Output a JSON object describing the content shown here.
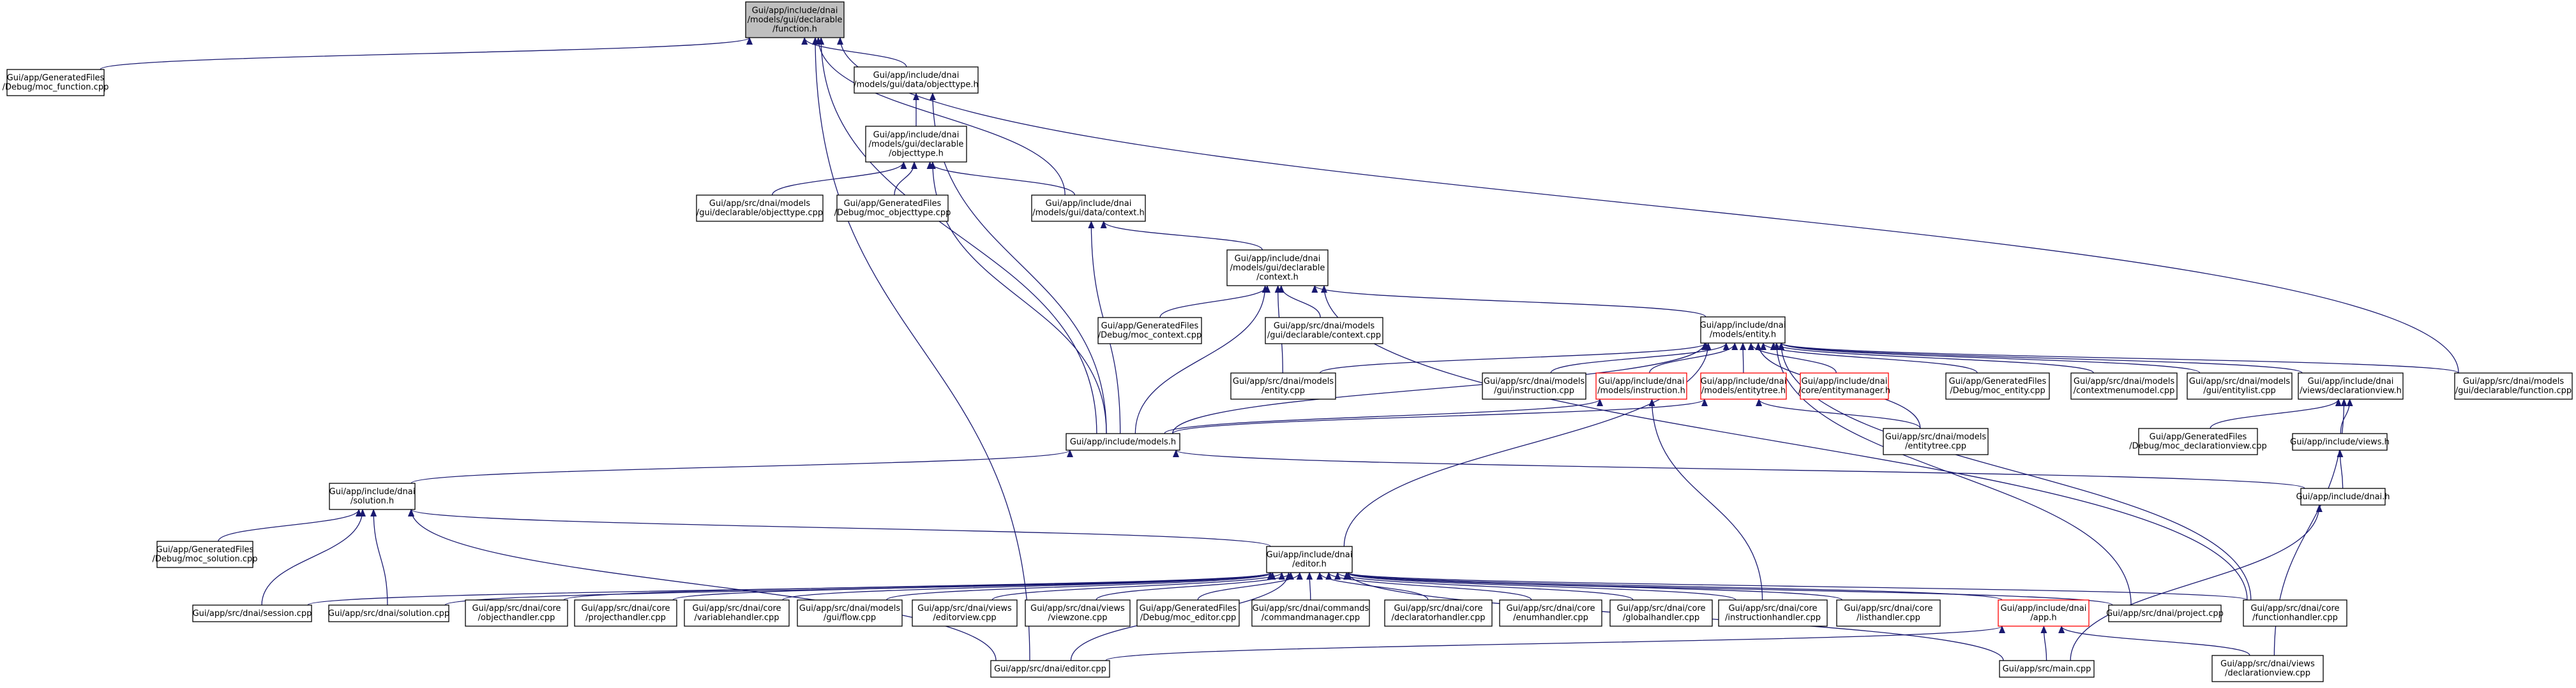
{
  "colors": {
    "edge": "#191970",
    "root_fill": "#bfbfbf",
    "node_border": "#000000",
    "node_border_incomplete": "#ff0000",
    "background": "#ffffff"
  },
  "nodes": [
    {
      "id": "function_h",
      "lines": [
        "Gui/app/include/dnai",
        "/models/gui/declarable",
        "/function.h"
      ],
      "root": true
    },
    {
      "id": "moc_function",
      "lines": [
        "Gui/app/GeneratedFiles",
        "/Debug/moc_function.cpp"
      ]
    },
    {
      "id": "objecttype_h",
      "lines": [
        "Gui/app/include/dnai",
        "/models/gui/data/objecttype.h"
      ]
    },
    {
      "id": "decl_objecttype_h",
      "lines": [
        "Gui/app/include/dnai",
        "/models/gui/declarable",
        "/objecttype.h"
      ]
    },
    {
      "id": "objecttype_cpp",
      "lines": [
        "Gui/app/src/dnai/models",
        "/gui/declarable/objecttype.cpp"
      ]
    },
    {
      "id": "moc_objecttype",
      "lines": [
        "Gui/app/GeneratedFiles",
        "/Debug/moc_objecttype.cpp"
      ]
    },
    {
      "id": "data_context_h",
      "lines": [
        "Gui/app/include/dnai",
        "/models/gui/data/context.h"
      ]
    },
    {
      "id": "decl_context_h",
      "lines": [
        "Gui/app/include/dnai",
        "/models/gui/declarable",
        "/context.h"
      ]
    },
    {
      "id": "moc_context",
      "lines": [
        "Gui/app/GeneratedFiles",
        "/Debug/moc_context.cpp"
      ]
    },
    {
      "id": "context_cpp",
      "lines": [
        "Gui/app/src/dnai/models",
        "/gui/declarable/context.cpp"
      ]
    },
    {
      "id": "entity_h",
      "lines": [
        "Gui/app/include/dnai",
        "/models/entity.h"
      ]
    },
    {
      "id": "entity_cpp",
      "lines": [
        "Gui/app/src/dnai/models",
        "/entity.cpp"
      ]
    },
    {
      "id": "instruction_cpp",
      "lines": [
        "Gui/app/src/dnai/models",
        "/gui/instruction.cpp"
      ]
    },
    {
      "id": "instruction_h",
      "lines": [
        "Gui/app/include/dnai",
        "/models/instruction.h"
      ],
      "red": true
    },
    {
      "id": "entitytree_h",
      "lines": [
        "Gui/app/include/dnai",
        "/models/entitytree.h"
      ],
      "red": true
    },
    {
      "id": "entitymanager_h",
      "lines": [
        "Gui/app/include/dnai",
        "/core/entitymanager.h"
      ],
      "red": true
    },
    {
      "id": "moc_entity",
      "lines": [
        "Gui/app/GeneratedFiles",
        "/Debug/moc_entity.cpp"
      ]
    },
    {
      "id": "contextmenumodel",
      "lines": [
        "Gui/app/src/dnai/models",
        "/contextmenumodel.cpp"
      ]
    },
    {
      "id": "entitylist",
      "lines": [
        "Gui/app/src/dnai/models",
        "/gui/entitylist.cpp"
      ]
    },
    {
      "id": "declarationview_h",
      "lines": [
        "Gui/app/include/dnai",
        "/views/declarationview.h"
      ]
    },
    {
      "id": "declarablefunction_cpp",
      "lines": [
        "Gui/app/src/dnai/models",
        "/gui/declarable/function.cpp"
      ]
    },
    {
      "id": "models_h",
      "lines": [
        "Gui/app/include/models.h"
      ]
    },
    {
      "id": "entitytree_cpp",
      "lines": [
        "Gui/app/src/dnai/models",
        "/entitytree.cpp"
      ]
    },
    {
      "id": "moc_declarationview",
      "lines": [
        "Gui/app/GeneratedFiles",
        "/Debug/moc_declarationview.cpp"
      ]
    },
    {
      "id": "views_h",
      "lines": [
        "Gui/app/include/views.h"
      ]
    },
    {
      "id": "dnai_h",
      "lines": [
        "Gui/app/include/dnai.h"
      ]
    },
    {
      "id": "solution_h",
      "lines": [
        "Gui/app/include/dnai",
        "/solution.h"
      ]
    },
    {
      "id": "moc_solution",
      "lines": [
        "Gui/app/GeneratedFiles",
        "/Debug/moc_solution.cpp"
      ]
    },
    {
      "id": "editor_h",
      "lines": [
        "Gui/app/include/dnai",
        "/editor.h"
      ]
    },
    {
      "id": "session_cpp",
      "lines": [
        "Gui/app/src/dnai/session.cpp"
      ]
    },
    {
      "id": "solution_cpp",
      "lines": [
        "Gui/app/src/dnai/solution.cpp"
      ]
    },
    {
      "id": "objecthandler",
      "lines": [
        "Gui/app/src/dnai/core",
        "/objecthandler.cpp"
      ]
    },
    {
      "id": "projecthandler",
      "lines": [
        "Gui/app/src/dnai/core",
        "/projecthandler.cpp"
      ]
    },
    {
      "id": "variablehandler",
      "lines": [
        "Gui/app/src/dnai/core",
        "/variablehandler.cpp"
      ]
    },
    {
      "id": "guiflow",
      "lines": [
        "Gui/app/src/dnai/models",
        "/gui/flow.cpp"
      ]
    },
    {
      "id": "editorview",
      "lines": [
        "Gui/app/src/dnai/views",
        "/editorview.cpp"
      ]
    },
    {
      "id": "viewzone",
      "lines": [
        "Gui/app/src/dnai/views",
        "/viewzone.cpp"
      ]
    },
    {
      "id": "moc_editor",
      "lines": [
        "Gui/app/GeneratedFiles",
        "/Debug/moc_editor.cpp"
      ]
    },
    {
      "id": "commandmanager",
      "lines": [
        "Gui/app/src/dnai/commands",
        "/commandmanager.cpp"
      ]
    },
    {
      "id": "declaratorhandler",
      "lines": [
        "Gui/app/src/dnai/core",
        "/declaratorhandler.cpp"
      ]
    },
    {
      "id": "enumhandler",
      "lines": [
        "Gui/app/src/dnai/core",
        "/enumhandler.cpp"
      ]
    },
    {
      "id": "globalhandler",
      "lines": [
        "Gui/app/src/dnai/core",
        "/globalhandler.cpp"
      ]
    },
    {
      "id": "instructionhandler",
      "lines": [
        "Gui/app/src/dnai/core",
        "/instructionhandler.cpp"
      ]
    },
    {
      "id": "listhandler",
      "lines": [
        "Gui/app/src/dnai/core",
        "/listhandler.cpp"
      ]
    },
    {
      "id": "app_h",
      "lines": [
        "Gui/app/include/dnai",
        "/app.h"
      ],
      "red": true
    },
    {
      "id": "project_cpp",
      "lines": [
        "Gui/app/src/dnai/project.cpp"
      ]
    },
    {
      "id": "functionhandler",
      "lines": [
        "Gui/app/src/dnai/core",
        "/functionhandler.cpp"
      ]
    },
    {
      "id": "editor_cpp",
      "lines": [
        "Gui/app/src/dnai/editor.cpp"
      ]
    },
    {
      "id": "main_cpp",
      "lines": [
        "Gui/app/src/main.cpp"
      ]
    },
    {
      "id": "declarationview_cpp",
      "lines": [
        "Gui/app/src/dnai/views",
        "/declarationview.cpp"
      ]
    }
  ],
  "edges": [
    [
      "moc_function",
      "function_h"
    ],
    [
      "objecttype_h",
      "function_h"
    ],
    [
      "data_context_h",
      "function_h"
    ],
    [
      "declarablefunction_cpp",
      "function_h"
    ],
    [
      "models_h",
      "function_h"
    ],
    [
      "editor_cpp",
      "function_h"
    ],
    [
      "decl_objecttype_h",
      "objecttype_h"
    ],
    [
      "models_h",
      "objecttype_h"
    ],
    [
      "objecttype_cpp",
      "decl_objecttype_h"
    ],
    [
      "moc_objecttype",
      "decl_objecttype_h"
    ],
    [
      "data_context_h",
      "decl_objecttype_h"
    ],
    [
      "models_h",
      "decl_objecttype_h"
    ],
    [
      "decl_context_h",
      "data_context_h"
    ],
    [
      "models_h",
      "data_context_h"
    ],
    [
      "moc_context",
      "decl_context_h"
    ],
    [
      "context_cpp",
      "decl_context_h"
    ],
    [
      "entity_h",
      "decl_context_h"
    ],
    [
      "entity_cpp",
      "decl_context_h"
    ],
    [
      "models_h",
      "decl_context_h"
    ],
    [
      "functionhandler",
      "decl_context_h"
    ],
    [
      "entity_cpp",
      "entity_h"
    ],
    [
      "instruction_cpp",
      "entity_h"
    ],
    [
      "instruction_h",
      "entity_h"
    ],
    [
      "entitytree_h",
      "entity_h"
    ],
    [
      "entitymanager_h",
      "entity_h"
    ],
    [
      "moc_entity",
      "entity_h"
    ],
    [
      "contextmenumodel",
      "entity_h"
    ],
    [
      "entitylist",
      "entity_h"
    ],
    [
      "declarationview_h",
      "entity_h"
    ],
    [
      "declarablefunction_cpp",
      "entity_h"
    ],
    [
      "models_h",
      "entity_h"
    ],
    [
      "editor_h",
      "entity_h"
    ],
    [
      "entitytree_cpp",
      "entity_h"
    ],
    [
      "project_cpp",
      "entity_h"
    ],
    [
      "functionhandler",
      "entity_h"
    ],
    [
      "models_h",
      "instruction_h"
    ],
    [
      "instructionhandler",
      "instruction_h"
    ],
    [
      "models_h",
      "entitytree_h"
    ],
    [
      "entitytree_cpp",
      "entitytree_h"
    ],
    [
      "moc_declarationview",
      "declarationview_h"
    ],
    [
      "views_h",
      "declarationview_h"
    ],
    [
      "declarationview_cpp",
      "declarationview_h"
    ],
    [
      "dnai_h",
      "views_h"
    ],
    [
      "main_cpp",
      "dnai_h"
    ],
    [
      "solution_h",
      "models_h"
    ],
    [
      "dnai_h",
      "models_h"
    ],
    [
      "moc_solution",
      "solution_h"
    ],
    [
      "session_cpp",
      "solution_h"
    ],
    [
      "solution_cpp",
      "solution_h"
    ],
    [
      "editor_h",
      "solution_h"
    ],
    [
      "editor_cpp",
      "solution_h"
    ],
    [
      "session_cpp",
      "editor_h"
    ],
    [
      "solution_cpp",
      "editor_h"
    ],
    [
      "objecthandler",
      "editor_h"
    ],
    [
      "projecthandler",
      "editor_h"
    ],
    [
      "variablehandler",
      "editor_h"
    ],
    [
      "guiflow",
      "editor_h"
    ],
    [
      "editorview",
      "editor_h"
    ],
    [
      "viewzone",
      "editor_h"
    ],
    [
      "moc_editor",
      "editor_h"
    ],
    [
      "commandmanager",
      "editor_h"
    ],
    [
      "declaratorhandler",
      "editor_h"
    ],
    [
      "enumhandler",
      "editor_h"
    ],
    [
      "globalhandler",
      "editor_h"
    ],
    [
      "instructionhandler",
      "editor_h"
    ],
    [
      "listhandler",
      "editor_h"
    ],
    [
      "app_h",
      "editor_h"
    ],
    [
      "project_cpp",
      "editor_h"
    ],
    [
      "functionhandler",
      "editor_h"
    ],
    [
      "editor_cpp",
      "editor_h"
    ],
    [
      "main_cpp",
      "editor_h"
    ],
    [
      "editor_cpp",
      "app_h"
    ],
    [
      "main_cpp",
      "app_h"
    ],
    [
      "declarationview_cpp",
      "app_h"
    ]
  ]
}
